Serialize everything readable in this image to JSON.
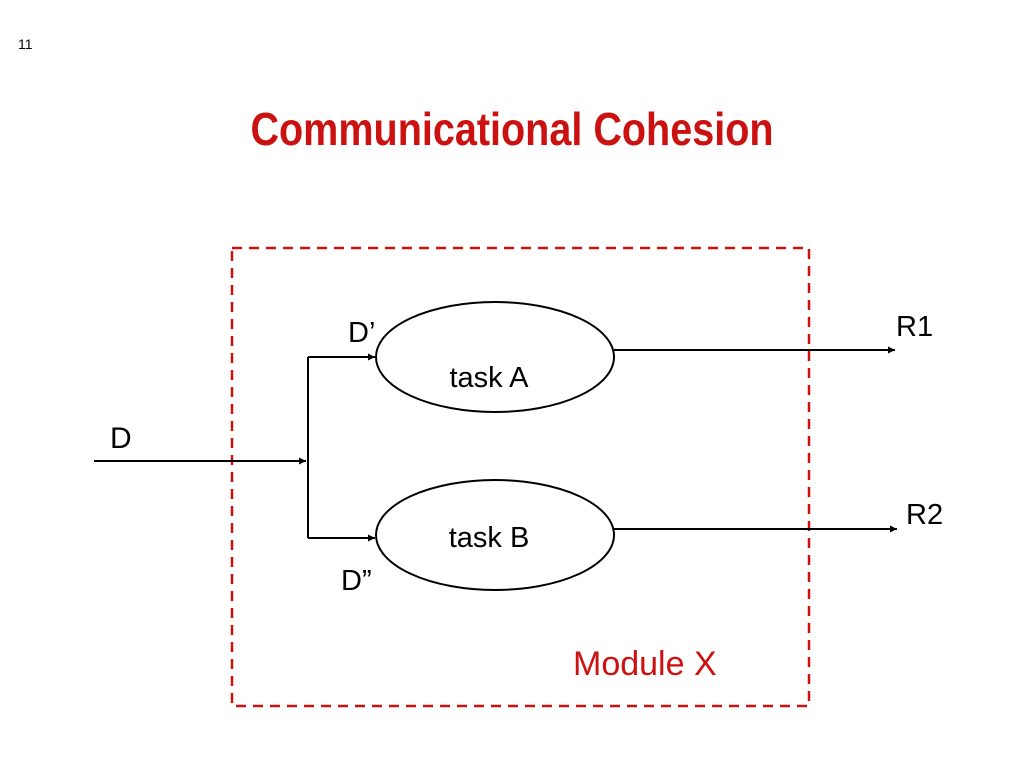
{
  "slide": {
    "number": "11",
    "title": "Communicational Cohesion"
  },
  "diagram": {
    "module_label": "Module X",
    "input_label": "D",
    "branch_a_label": "D’",
    "branch_b_label": "D”",
    "task_a_label": "task A",
    "task_b_label": "task B",
    "output_a_label": "R1",
    "output_b_label": "R2"
  },
  "colors": {
    "accent": "#cc1111",
    "line": "#000000"
  }
}
